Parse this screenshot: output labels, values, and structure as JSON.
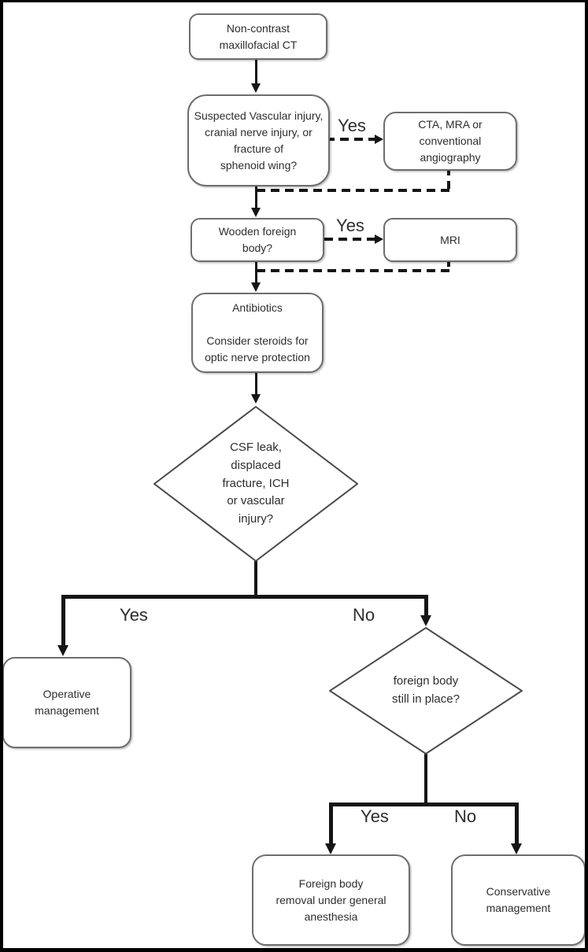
{
  "diagram": {
    "nodes": {
      "ct": "Non-contrast\nmaxillofacial CT",
      "suspected_vascular": "Suspected Vascular injury,\ncranial nerve injury, or\nfracture of\nsphenoid wing?",
      "cta_mra": "CTA, MRA or\nconventional\nangiography",
      "wooden_fb": "Wooden foreign\nbody?",
      "mri": "MRI",
      "antibiotics": "Antibiotics\n\nConsider steroids for\noptic nerve protection",
      "csf_leak_decision": "CSF leak,\ndisplaced\nfracture, ICH\nor vascular\ninjury?",
      "operative": "Operative\nmanagement",
      "fb_in_place_decision": "foreign body\nstill in place?",
      "fb_removal": "Foreign body\nremoval under general\nanesthesia",
      "conservative": "Conservative\nmanagement"
    },
    "edge_labels": {
      "suspected_yes": "Yes",
      "wooden_yes": "Yes",
      "csf_yes": "Yes",
      "csf_no": "No",
      "fb_yes": "Yes",
      "fb_no": "No"
    },
    "colors": {
      "line": "#151515",
      "box_border": "#6e6e6e",
      "diamond_border": "#4a4a4a",
      "text": "#2e2e2e",
      "background": "#ffffff",
      "frame": "#000000"
    }
  }
}
